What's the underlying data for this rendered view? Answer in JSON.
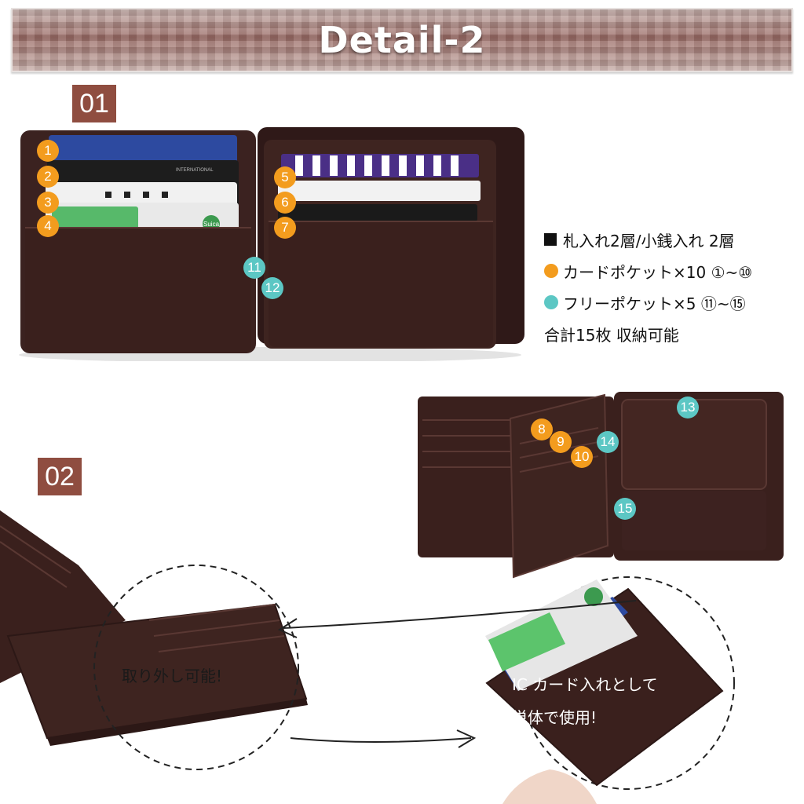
{
  "banner": {
    "title": "Detail-2"
  },
  "sections": {
    "s1": "01",
    "s2": "02"
  },
  "markers": {
    "m1": "1",
    "m2": "2",
    "m3": "3",
    "m4": "4",
    "m5": "5",
    "m6": "6",
    "m7": "7",
    "m8": "8",
    "m9": "9",
    "m10": "10",
    "m11": "11",
    "m12": "12",
    "m13": "13",
    "m14": "14",
    "m15": "15"
  },
  "legend": {
    "line1": "札入れ2層/小銭入れ 2層",
    "line2": "カードポケット×10 ①~⑩",
    "line3": "フリーポケット×5 ⑪~⑮",
    "line4": "合計15枚 収納可能"
  },
  "captions": {
    "detachable": "取り外し可能!",
    "ic_line1": "IC カード入れとして",
    "ic_line2": "単体で使用!"
  },
  "card_texts": {
    "international": "INTERNATIONAL",
    "suica": "Suica"
  },
  "colors": {
    "orange_marker": "#f39c1e",
    "cyan_marker": "#5cc7c4",
    "section_box": "#8f4d40",
    "leather": "#3e2420"
  }
}
